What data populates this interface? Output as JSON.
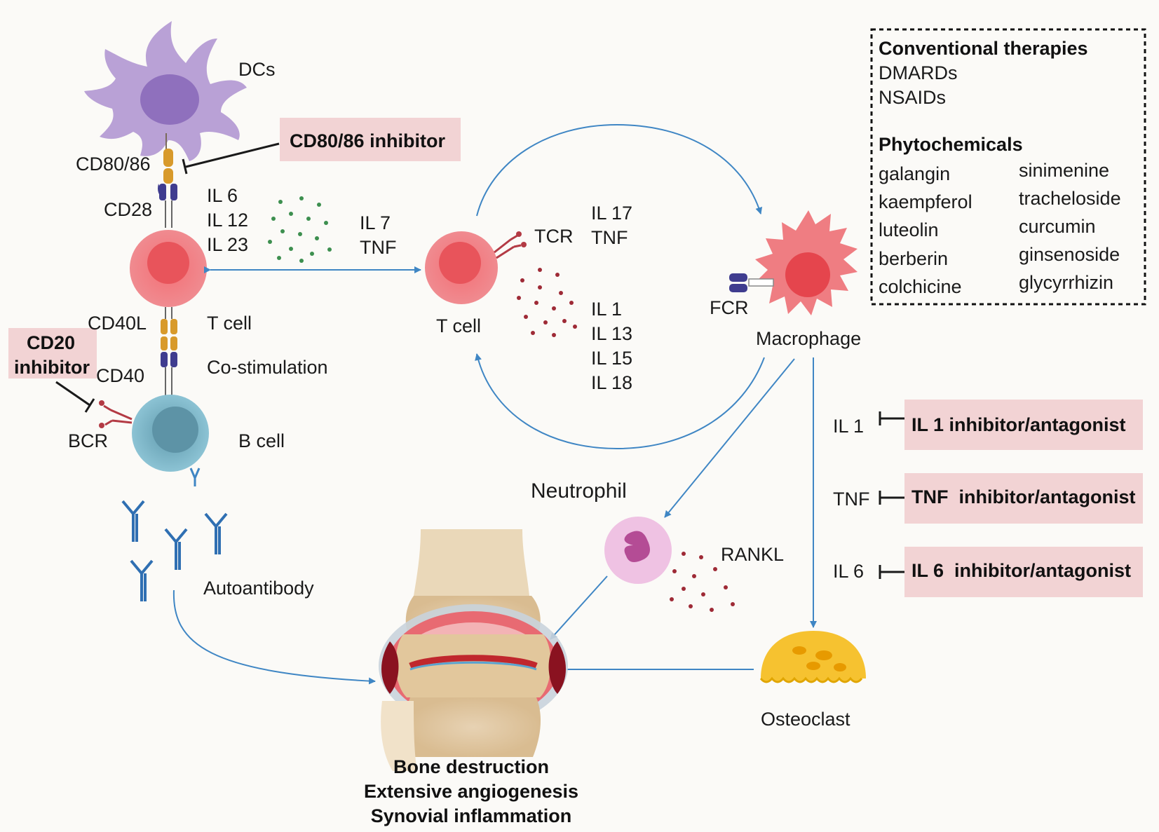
{
  "cells": {
    "dc": "DCs",
    "tcell_left": "T cell",
    "tcell_mid": "T cell",
    "bcell": "B cell",
    "macrophage": "Macrophage",
    "neutrophil": "Neutrophil",
    "osteoclast": "Osteoclast",
    "autoantibody": "Autoantibody"
  },
  "receptors": {
    "cd80_86": "CD80/86",
    "cd28": "CD28",
    "cd40l": "CD40L",
    "cd40": "CD40",
    "bcr": "BCR",
    "tcr": "TCR",
    "fcr": "FCR",
    "costim": "Co-stimulation"
  },
  "cytokines": {
    "dc_group": [
      "IL 6",
      "IL 12",
      "IL 23"
    ],
    "il7_tnf": [
      "IL 7",
      "TNF"
    ],
    "il17_tnf": [
      "IL 17",
      "TNF"
    ],
    "il_group": [
      "IL 1",
      "IL 13",
      "IL 15",
      "IL 18"
    ],
    "rankl": "RANKL"
  },
  "inhibitors": {
    "cd80_86": "CD80/86 inhibitor",
    "cd20": [
      "CD20",
      "inhibitor"
    ],
    "il1": {
      "target": "IL 1",
      "label": "IL 1 inhibitor/antagonist"
    },
    "tnf": {
      "target": "TNF",
      "label": "TNF  inhibitor/antagonist"
    },
    "il6": {
      "target": "IL 6",
      "label": "IL 6  inhibitor/antagonist"
    }
  },
  "therapies": {
    "conventional_title": "Conventional therapies",
    "conventional": [
      "DMARDs",
      "NSAIDs"
    ],
    "phyto_title": "Phytochemicals",
    "phyto_left": [
      "galangin",
      "kaempferol",
      "luteolin",
      "berberin",
      "colchicine"
    ],
    "phyto_right": [
      "sinimenine",
      "tracheloside",
      "curcumin",
      "ginsenoside",
      "glycyrrhizin"
    ]
  },
  "joint_effects": [
    "Bone destruction",
    "Extensive angiogenesis",
    "Synovial inflammation"
  ],
  "colors": {
    "inhibitor_box": "#f2d3d4",
    "arrow": "#3f86c4",
    "tcell": "#ef6b70",
    "bcell": "#7fb9cc",
    "dc": "#b59bd0",
    "macrophage": "#ef6a70",
    "neutrophil": "#e6a9d3",
    "osteoclast": "#f6c230"
  }
}
